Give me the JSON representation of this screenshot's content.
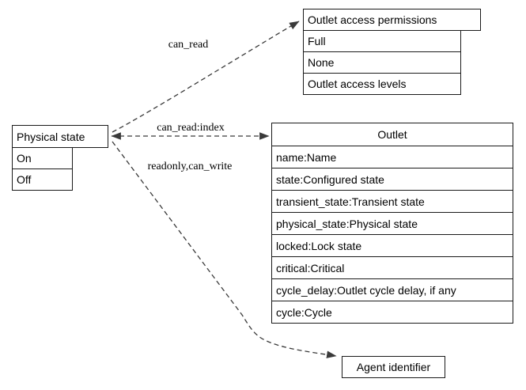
{
  "diagram": {
    "nodes": {
      "physical_state": {
        "title": "Physical state",
        "rows": [
          "On",
          "Off"
        ]
      },
      "outlet_access_permissions": {
        "title": "Outlet access permissions",
        "rows": [
          "Full",
          "None",
          "Outlet access levels"
        ]
      },
      "outlet": {
        "title": "Outlet",
        "rows": [
          "name:Name",
          "state:Configured state",
          "transient_state:Transient state",
          "physical_state:Physical state",
          "locked:Lock state",
          "critical:Critical",
          "cycle_delay:Outlet cycle delay, if any",
          "cycle:Cycle"
        ]
      },
      "agent_identifier": {
        "title": "Agent identifier"
      }
    },
    "edges": [
      {
        "label": "can_read",
        "from": "physical_state",
        "to": "outlet_access_permissions",
        "style": "dashed",
        "direction": "forward"
      },
      {
        "label": "can_read:index",
        "from": "physical_state",
        "to": "outlet",
        "style": "dashed",
        "direction": "both"
      },
      {
        "label": "readonly,can_write",
        "from": "physical_state",
        "to": "agent_identifier",
        "style": "dashed",
        "direction": "forward"
      }
    ],
    "colors": {
      "line": "#3a3a3a",
      "border": "#1a1a1a",
      "text": "#000000",
      "background": "#ffffff"
    }
  }
}
